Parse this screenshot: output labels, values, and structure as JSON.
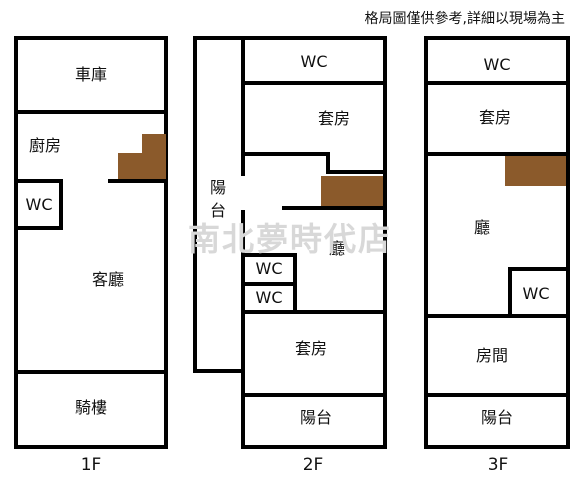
{
  "disclaimer": "格局圖僅供參考,詳細以現場為主",
  "watermark": "南北夢時代店",
  "colors": {
    "wall": "#000000",
    "stair": "#8b5a2b",
    "watermark": "#d8d8d8"
  },
  "floors": {
    "f1": {
      "label": "1F",
      "rooms": {
        "garage": "車庫",
        "kitchen": "廚房",
        "wc": "WC",
        "living": "客廳",
        "arcade": "騎樓"
      }
    },
    "f2": {
      "label": "2F",
      "rooms": {
        "wc_top": "WC",
        "suite_top": "套房",
        "balcony_side_1": "陽",
        "balcony_side_2": "台",
        "hall": "廳",
        "wc_a": "WC",
        "wc_b": "WC",
        "suite_bottom": "套房",
        "balcony": "陽台"
      }
    },
    "f3": {
      "label": "3F",
      "rooms": {
        "wc_top": "WC",
        "suite": "套房",
        "hall": "廳",
        "wc": "WC",
        "room": "房間",
        "balcony": "陽台"
      }
    }
  }
}
